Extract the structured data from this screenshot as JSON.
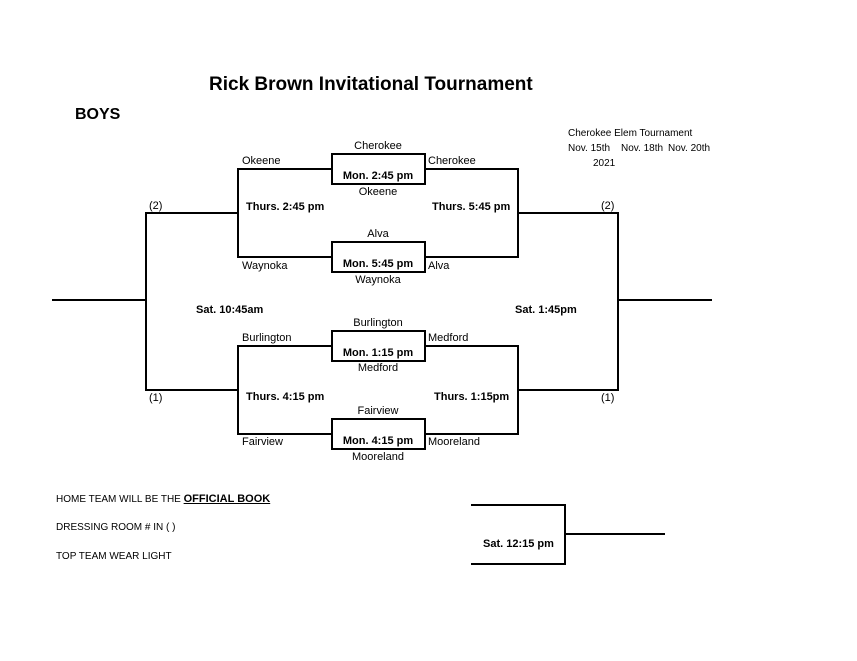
{
  "title": "Rick Brown Invitational Tournament",
  "division": "BOYS",
  "side_info": {
    "line1": "Cherokee Elem Tournament",
    "date1": "Nov. 15th",
    "date2": "Nov. 18th",
    "date3": "Nov. 20th",
    "year": "2021"
  },
  "bracket": {
    "left_top_game": {
      "top_team": "Okeene",
      "bottom_team": "Waynoka",
      "time": "Thurs. 2:45 pm"
    },
    "right_top_game": {
      "top_team": "Cherokee",
      "bottom_team": "Alva",
      "time": "Thurs. 5:45 pm"
    },
    "left_bottom_game": {
      "top_team": "Burlington",
      "bottom_team": "Fairview",
      "time": "Thurs. 4:15 pm"
    },
    "right_bottom_game": {
      "top_team": "Medford",
      "bottom_team": "Mooreland",
      "time": "Thurs. 1:15pm"
    },
    "mon_games": [
      {
        "top": "Cherokee",
        "time": "Mon. 2:45 pm",
        "bottom": "Okeene"
      },
      {
        "top": "Alva",
        "time": "Mon. 5:45 pm",
        "bottom": "Waynoka"
      },
      {
        "top": "Burlington",
        "time": "Mon. 1:15 pm",
        "bottom": "Medford"
      },
      {
        "top": "Fairview",
        "time": "Mon. 4:15 pm",
        "bottom": "Mooreland"
      }
    ],
    "left_semi_time": "Sat. 10:45am",
    "right_semi_time": "Sat. 1:45pm",
    "seed_top_left": "(2)",
    "seed_bottom_left": "(1)",
    "seed_top_right": "(2)",
    "seed_bottom_right": "(1)",
    "final_time": "Sat. 12:15 pm"
  },
  "notes": {
    "home_team_prefix": "HOME TEAM WILL BE THE",
    "home_team_emphasis": "OFFICIAL BOOK",
    "dressing_room": "DRESSING ROOM # IN (  )",
    "top_team": "TOP TEAM WEAR LIGHT"
  }
}
